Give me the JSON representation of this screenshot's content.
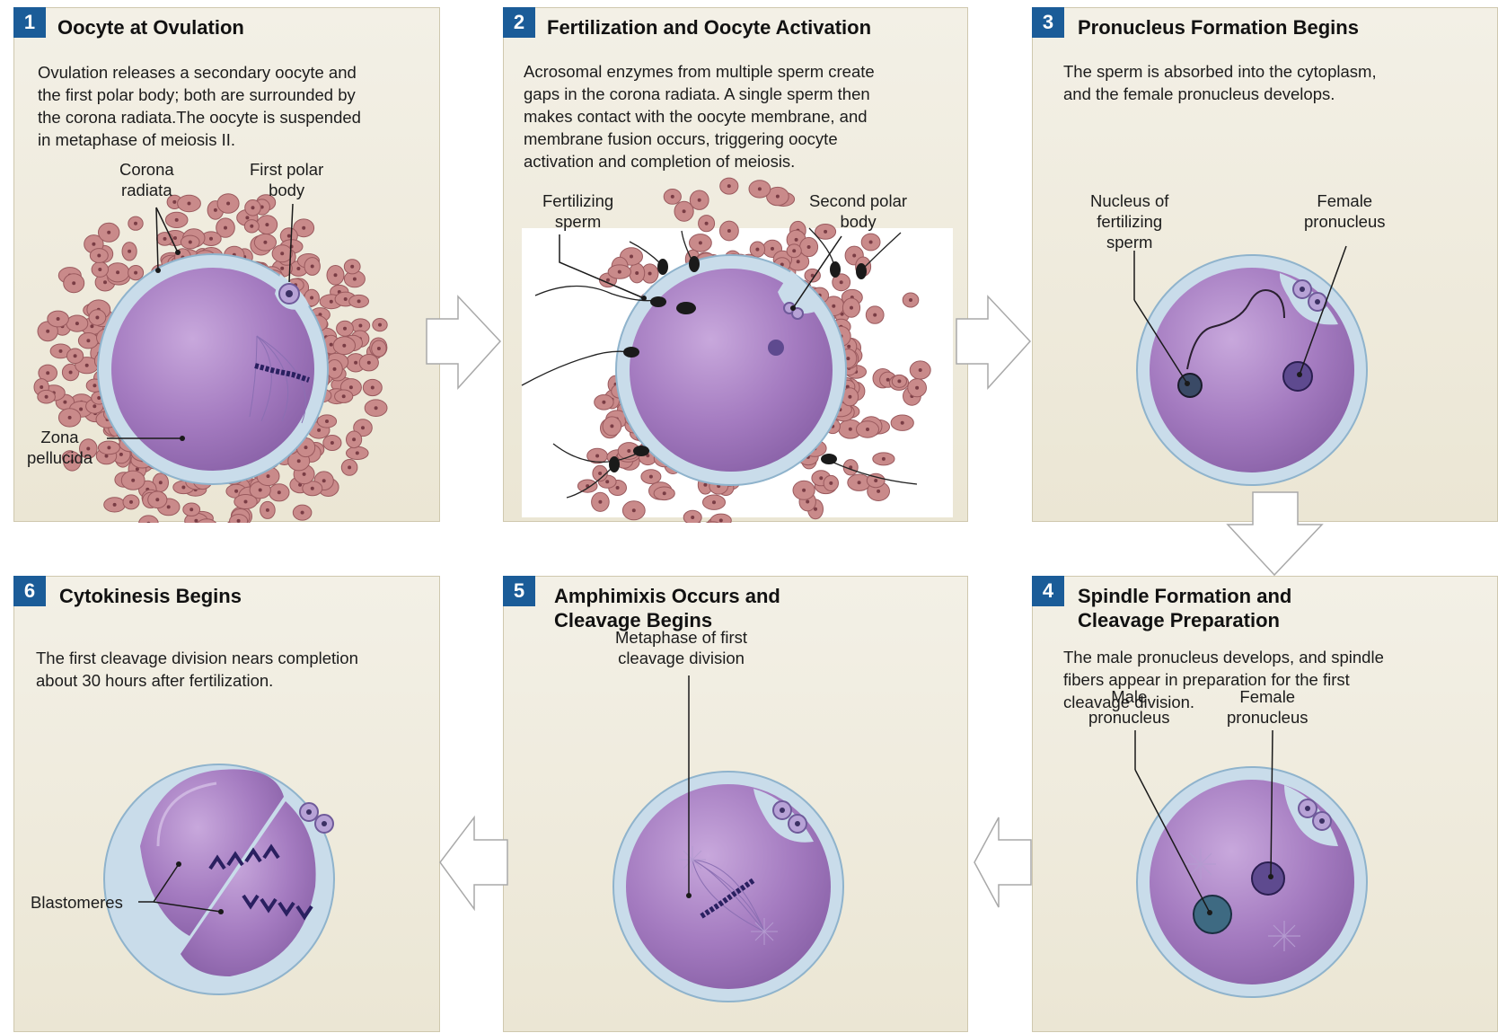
{
  "colors": {
    "badge": "#1b5c98",
    "panel": "#efebdd",
    "cytoplasm": "#a47bc0",
    "zona": "#c9dcea",
    "corona_cell": "#c98a8a",
    "arrow_fill": "#ffffff",
    "arrow_stroke": "#a9a9a9"
  },
  "panels": [
    {
      "number": "1",
      "title": "Oocyte at Ovulation",
      "description": [
        "Ovulation releases a secondary oocyte and",
        "the first polar body; both are surrounded by",
        "the corona radiata.The oocyte is suspended",
        "in metaphase of meiosis II."
      ],
      "labels": {
        "corona": [
          "Corona",
          "radiata"
        ],
        "polar": [
          "First polar",
          "body"
        ],
        "zona": [
          "Zona",
          "pellucida"
        ]
      }
    },
    {
      "number": "2",
      "title": "Fertilization and Oocyte Activation",
      "description": [
        "Acrosomal enzymes from multiple sperm create",
        "gaps in the corona radiata. A single sperm then",
        "makes contact with the oocyte membrane, and",
        "membrane fusion occurs, triggering oocyte",
        "activation and completion of meiosis."
      ],
      "labels": {
        "sperm": [
          "Fertilizing",
          "sperm"
        ],
        "polar": [
          "Second polar",
          "body"
        ]
      }
    },
    {
      "number": "3",
      "title": "Pronucleus Formation Begins",
      "description": [
        "The sperm is absorbed into the cytoplasm,",
        "and the female pronucleus develops."
      ],
      "labels": {
        "nucleus": [
          "Nucleus of",
          "fertilizing",
          "sperm"
        ],
        "female": [
          "Female",
          "pronucleus"
        ]
      }
    },
    {
      "number": "4",
      "title": [
        "Spindle Formation and",
        "Cleavage Preparation"
      ],
      "description": [
        "The male pronucleus develops, and spindle",
        "fibers appear in preparation for the first",
        "cleavage division."
      ],
      "labels": {
        "male": [
          "Male",
          "pronucleus"
        ],
        "female": [
          "Female",
          "pronucleus"
        ]
      }
    },
    {
      "number": "5",
      "title": [
        "Amphimixis Occurs and",
        "Cleavage Begins"
      ],
      "description": [],
      "labels": {
        "metaphase": [
          "Metaphase of first",
          "cleavage division"
        ]
      }
    },
    {
      "number": "6",
      "title": "Cytokinesis Begins",
      "description": [
        "The first cleavage division nears completion",
        "about 30 hours after fertilization."
      ],
      "labels": {
        "blastomeres": "Blastomeres"
      }
    }
  ]
}
